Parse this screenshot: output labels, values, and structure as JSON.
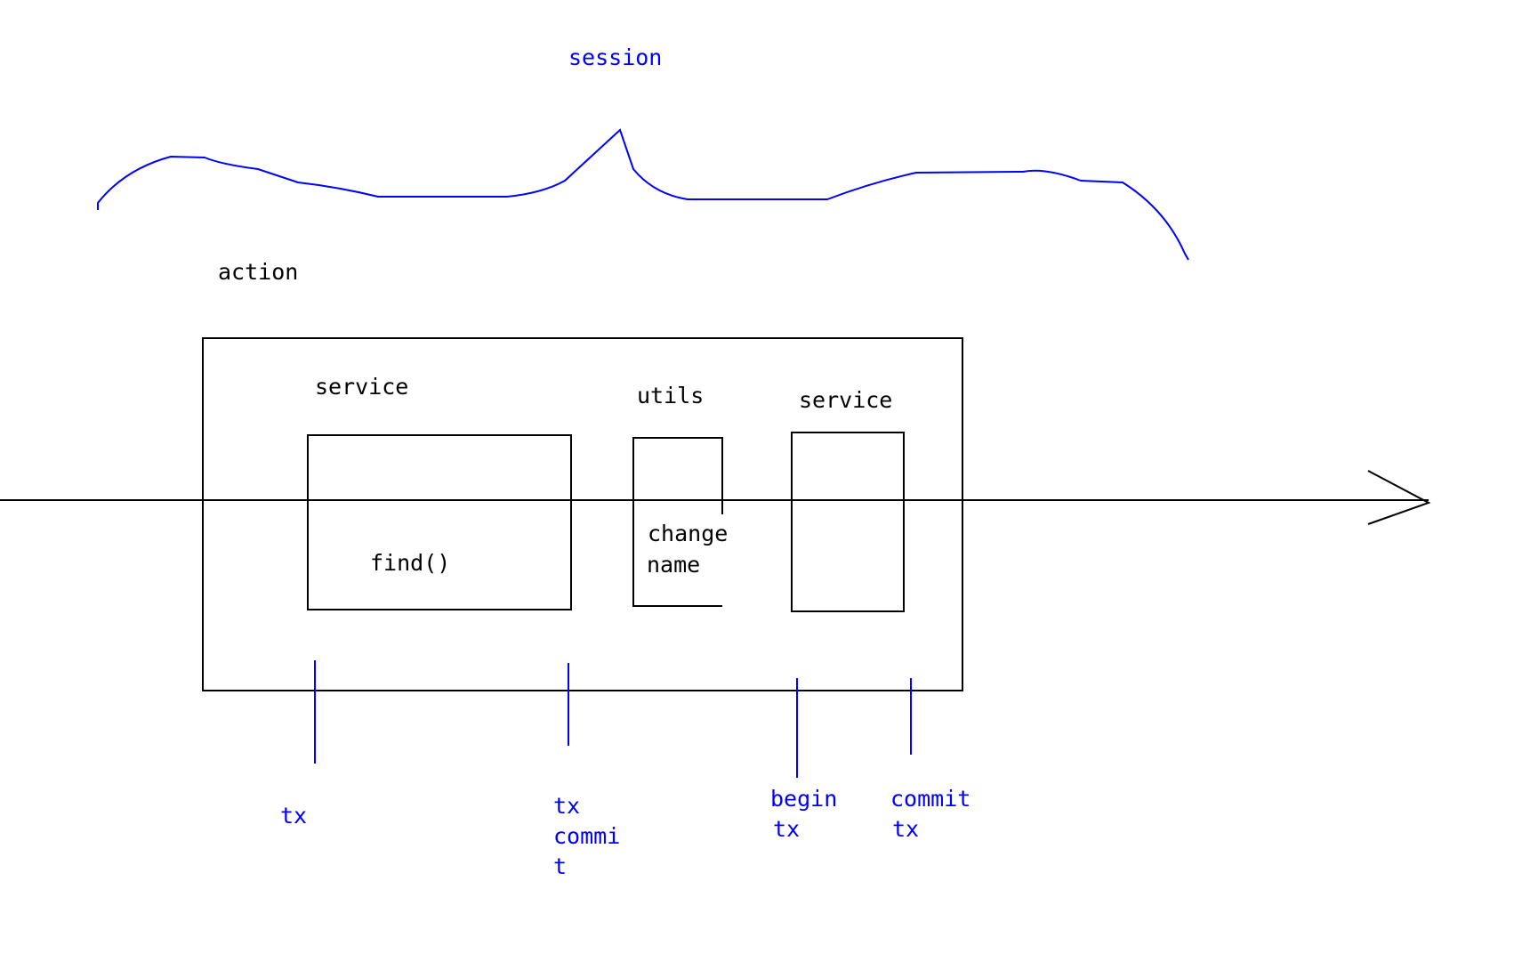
{
  "colors": {
    "ink": "#000000",
    "annotation": "#0000ff",
    "background": "#ffffff"
  },
  "labels": {
    "session": "session",
    "action": "action",
    "service_left": "service",
    "utils": "utils",
    "service_right": "service",
    "find": "find()",
    "change_line1": "change",
    "change_line2": "name"
  },
  "tx_markers": {
    "tx": [
      "tx"
    ],
    "tx_commit": [
      "tx",
      "commi",
      "t"
    ],
    "begin_tx": [
      "begin",
      "tx"
    ],
    "commit_tx": [
      "commit",
      "tx"
    ]
  }
}
